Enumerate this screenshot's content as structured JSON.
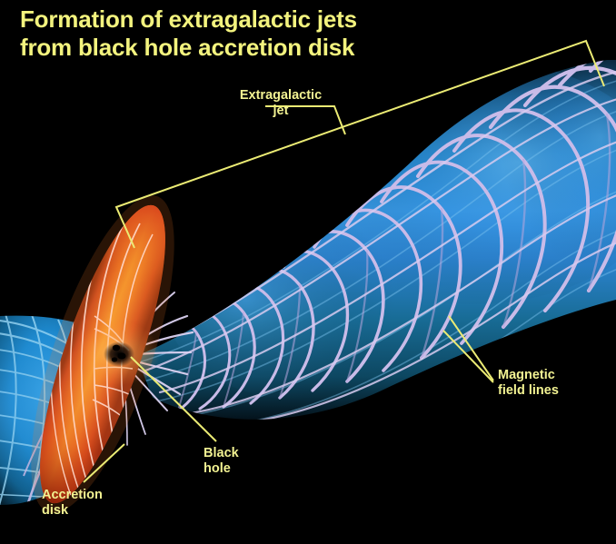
{
  "figure": {
    "title_lines": [
      "Formation of extragalactic jets",
      "from black hole accretion disk"
    ],
    "title_color": "#f3f37e",
    "background_color": "#000000",
    "label_color": "#f2f292",
    "labels": {
      "extragalactic_jet": "Extragalactic\njet",
      "extragalactic_jet_line1": "Extragalactic",
      "extragalactic_jet_line2": "jet",
      "magnetic_field_lines_line1": "Magnetic",
      "magnetic_field_lines_line2": "field lines",
      "black_hole_line1": "Black",
      "black_hole_line2": "hole",
      "accretion_disk_line1": "Accretion",
      "accretion_disk_line2": "disk"
    },
    "components": {
      "jet_body_color": "#1c6f96",
      "jet_core_color": "#2a7fd4",
      "jet_bright_color": "#3a93e0",
      "field_line_color": "#c9bbe8",
      "counter_jet_color": "#1a8fd6",
      "counter_jet_grid_color": "#8fd3f4",
      "disk_outer_color": "#c9381c",
      "disk_mid_color": "#e4601f",
      "disk_inner_color": "#f59a2e",
      "disk_streak_color": "#ffd9cf",
      "black_hole_color": "#000000",
      "bracket_color": "#ebeb74",
      "leader_color": "#ebeb74"
    }
  }
}
